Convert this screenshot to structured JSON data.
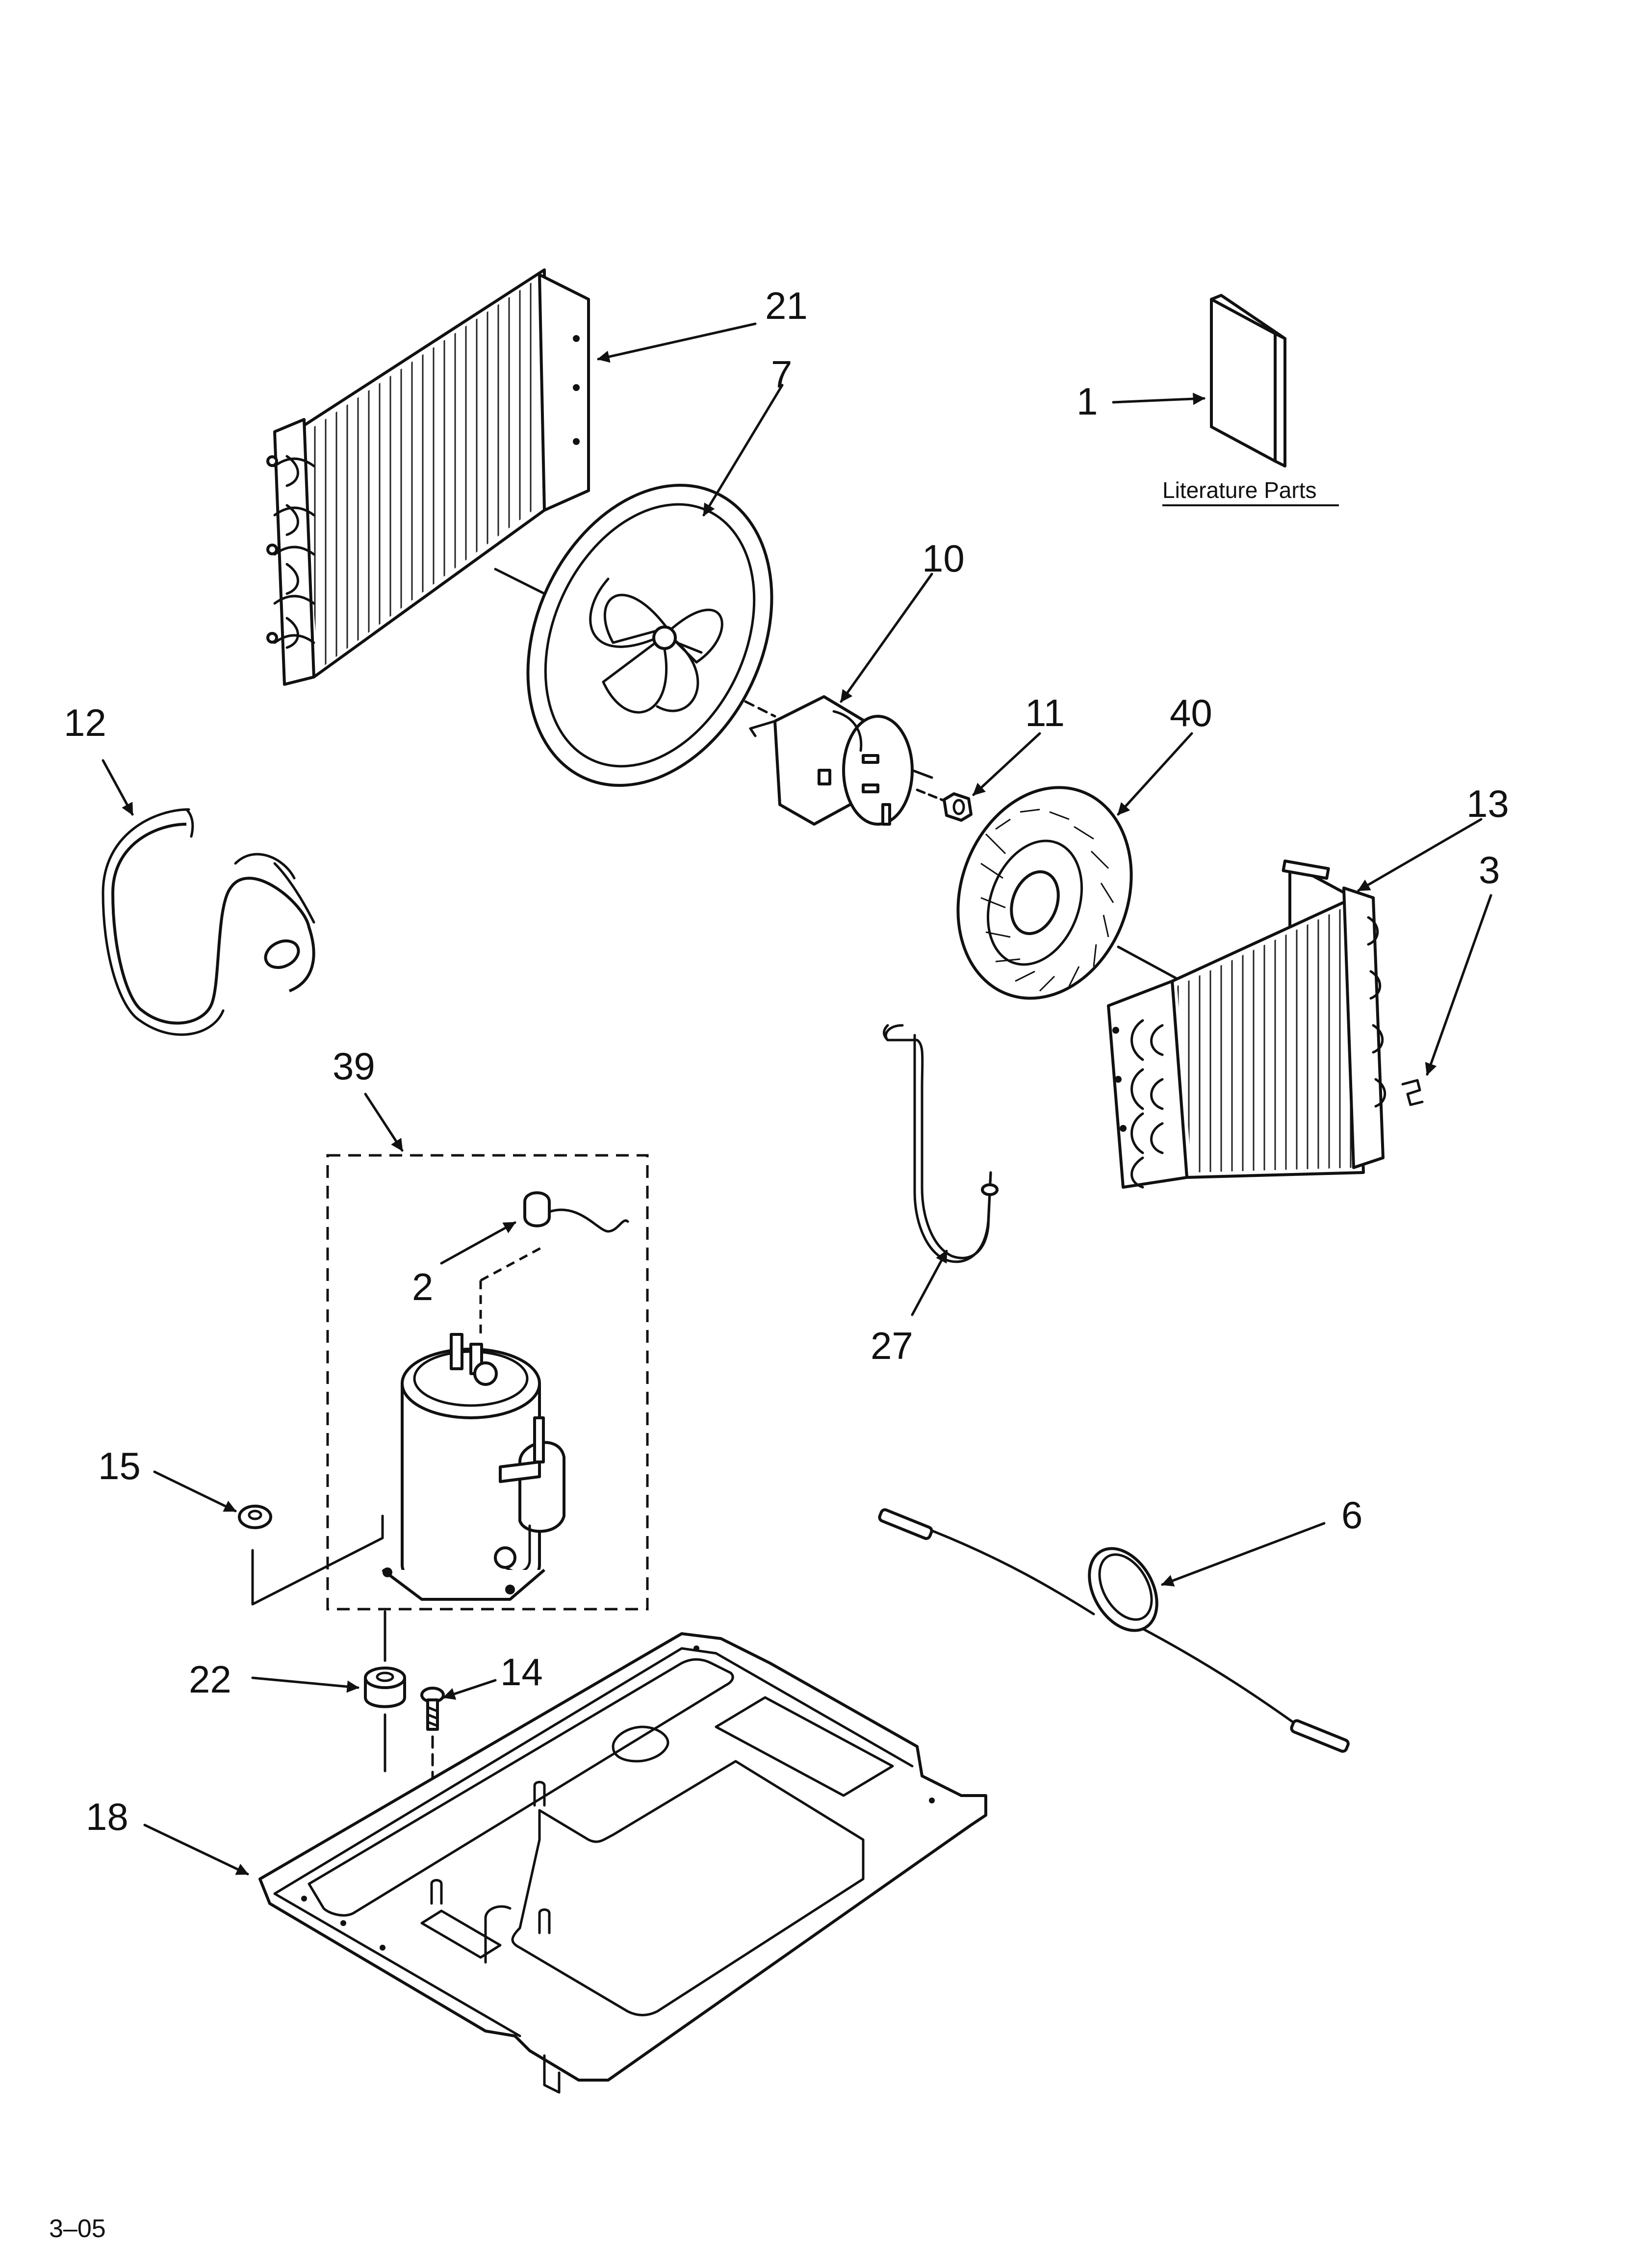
{
  "diagram": {
    "part_labels": {
      "p21": "21",
      "p7": "7",
      "p1": "1",
      "p10": "10",
      "p12": "12",
      "p11": "11",
      "p40": "40",
      "p13": "13",
      "p3": "3",
      "p39": "39",
      "p2": "2",
      "p27": "27",
      "p15": "15",
      "p6": "6",
      "p22": "22",
      "p14": "14",
      "p18": "18"
    },
    "literature_caption": "Literature Parts",
    "page_code": "3–05"
  }
}
